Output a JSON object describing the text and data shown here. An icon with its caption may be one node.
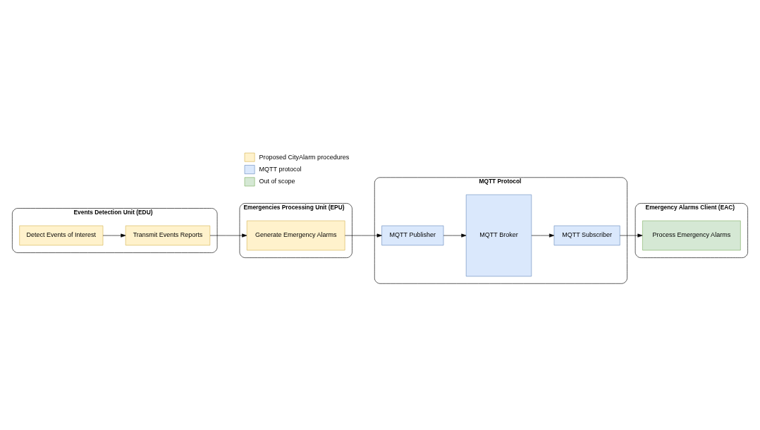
{
  "diagram": {
    "nodes": [
      {
        "text": [
          "Events Detection Unit (EDU)"
        ]
      },
      {
        "text": [
          "Detect Events of Interest"
        ],
        "in": 0
      },
      {
        "text": [
          "Transmit Events Reports"
        ],
        "in": 0
      },
      {
        "text": [
          "Emergencies Processing Unit (EPU)"
        ]
      },
      {
        "text": [
          "Generate Emergency Alarms"
        ],
        "in": 3
      },
      {
        "text": [
          "MQTT Protocol"
        ]
      },
      {
        "text": [
          "MQTT Broker"
        ],
        "in": 5
      },
      {
        "text": [
          "MQTT Publisher"
        ],
        "in": 5
      },
      {
        "text": [
          "MQTT Subscriber"
        ],
        "in": 5
      },
      {
        "text": [
          "Emergency Alarms Client (EAC)"
        ]
      },
      {
        "text": [
          "Process Emergency Alarms"
        ],
        "in": 9
      }
    ],
    "edges": [
      {
        "from": 1,
        "to": 2,
        "arrow": "to"
      },
      {
        "from": 2,
        "to": 4,
        "arrow": "to"
      },
      {
        "from": 4,
        "to": 7,
        "arrow": "to"
      },
      {
        "from": 7,
        "to": 6,
        "arrow": "to"
      },
      {
        "from": 6,
        "to": 8,
        "arrow": "to"
      },
      {
        "from": 8,
        "to": 10,
        "arrow": "to"
      }
    ],
    "legend": [
      {
        "text": "Proposed CityAlarm procedures",
        "color": "#fff2cc"
      },
      {
        "text": "MQTT protocol",
        "color": "#dae8fc"
      },
      {
        "text": "Out of scope",
        "color": "#d5e8d4"
      }
    ]
  }
}
